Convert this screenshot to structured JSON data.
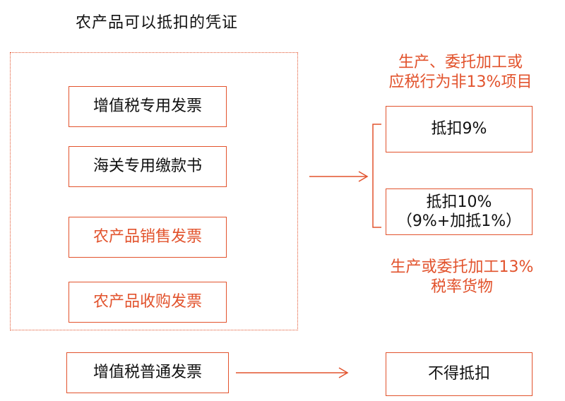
{
  "title": "农产品可以抵扣的凭证",
  "vouchers": [
    "增值税专用发票",
    "海关专用缴款书",
    "农产品销售发票",
    "农产品收购发票"
  ],
  "ordinary_invoice": "增值税普通发票",
  "note_top": [
    "生产、委托加工或",
    "应税行为非13%项目"
  ],
  "deduct_9": "抵扣9%",
  "deduct_10": [
    "抵扣10%",
    "（9%+加抵1%）"
  ],
  "note_bottom": [
    "生产或委托加工13%",
    "税率货物"
  ],
  "no_deduct": "不得抵扣",
  "colors": {
    "accent": "#e2532d",
    "text": "#111111"
  }
}
